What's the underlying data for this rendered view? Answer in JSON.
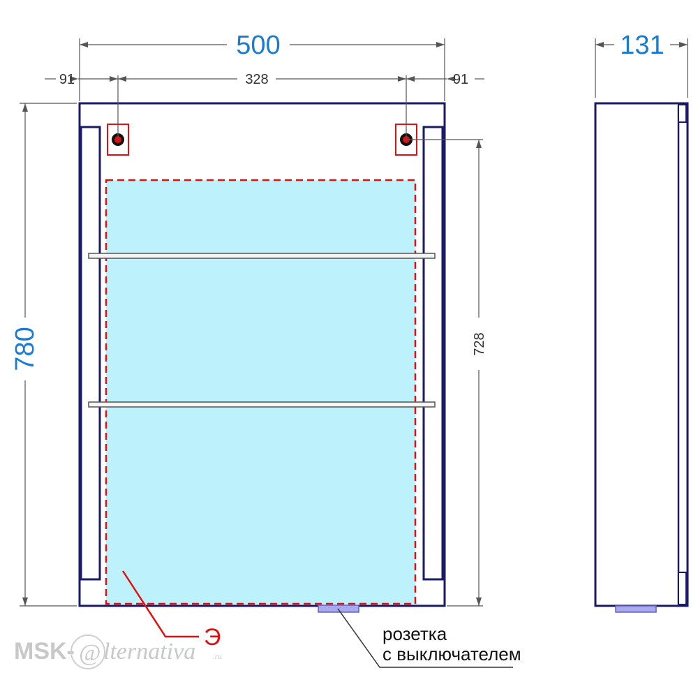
{
  "dimensions": {
    "total_width": "500",
    "depth": "131",
    "height": "780",
    "left_offset": "91",
    "hole_spacing": "328",
    "right_offset": "91",
    "inner_height": "728"
  },
  "labels": {
    "mirror_marker": "Э",
    "socket_line1": "розетка",
    "socket_line2": "с выключателем"
  },
  "watermark": {
    "prefix": "MSK-",
    "at_glyph": "@",
    "script": "lternativa",
    "suffix": ".ru"
  },
  "colors": {
    "frame": "#1a1a66",
    "mirror": "#bdf1fb",
    "dashed": "#e01010",
    "dimension_blue": "#1a7bd0",
    "socket": "#a9a9f0"
  }
}
